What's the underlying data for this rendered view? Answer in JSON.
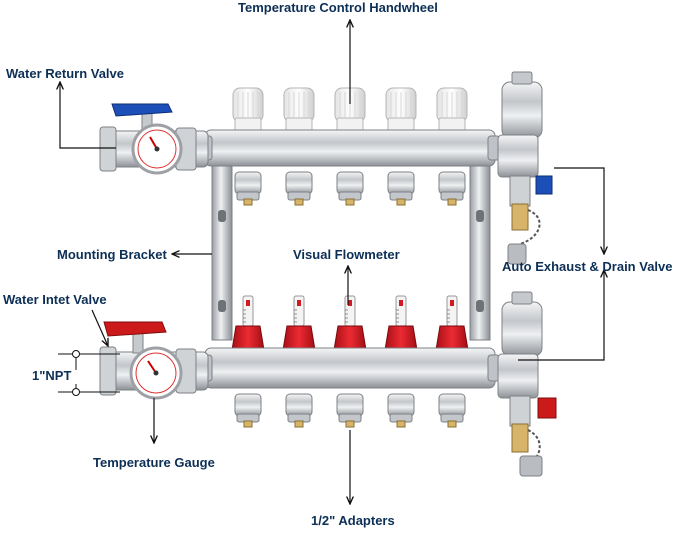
{
  "labels": {
    "handwheel": "Temperature Control Handwheel",
    "return_valve": "Water Return Valve",
    "bracket": "Mounting Bracket",
    "flowmeter": "Visual  Flowmeter",
    "exhaust": "Auto Exhaust & Drain Valve",
    "inlet_valve": "Water Intet Valve",
    "npt": "1\"NPT",
    "gauge": "Temperature Gauge",
    "adapters": "1/2\" Adapters"
  },
  "colors": {
    "label_text": "#0d2f56",
    "return_handle": "#1d4fb8",
    "inlet_handle": "#cc1a1a",
    "flowmeter_red": "#d31a22",
    "steel": "#c9ccd0",
    "brass_nickel": "#d8d8d8"
  },
  "components": {
    "handwheel_count": 5,
    "flowmeter_count": 5,
    "adapter_rows": 2
  }
}
